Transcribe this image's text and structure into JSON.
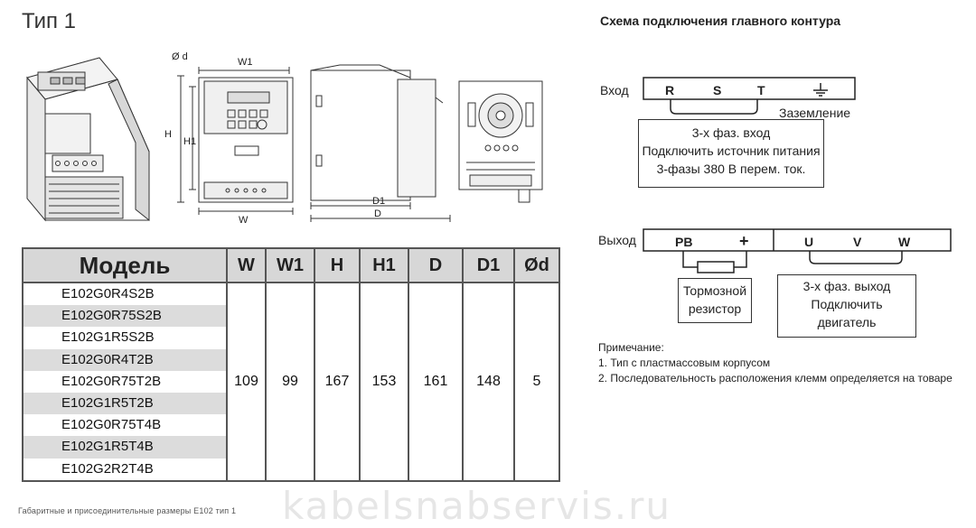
{
  "title": "Тип 1",
  "schema_title": "Схема подключения главного контура",
  "dimensions_labels": {
    "od": "Ø d",
    "w1": "W1",
    "w": "W",
    "h": "H",
    "h1": "H1",
    "d1": "D1",
    "d": "D"
  },
  "input": {
    "label": "Вход",
    "terminals": [
      "R",
      "S",
      "T"
    ],
    "ground_label": "Заземление",
    "description": [
      "3-х фаз. вход",
      "Подключить источник питания",
      "3-фазы 380 В перем. ток."
    ]
  },
  "output": {
    "label": "Выход",
    "terminals": [
      "PB",
      "+",
      "U",
      "V",
      "W"
    ],
    "brake_description": [
      "Тормозной",
      "резистор"
    ],
    "motor_description": [
      "3-х фаз. выход",
      "Подключить",
      "двигатель"
    ]
  },
  "notes": {
    "heading": "Примечание:",
    "items": [
      "1. Тип с пластмассовым корпусом",
      "2. Последовательность расположения клемм определяется на товаре"
    ]
  },
  "table": {
    "headers": [
      "Модель",
      "W",
      "W1",
      "H",
      "H1",
      "D",
      "D1",
      "Ød"
    ],
    "models": [
      "E102G0R4S2B",
      "E102G0R75S2B",
      "E102G1R5S2B",
      "E102G0R4T2B",
      "E102G0R75T2B",
      "E102G1R5T2B",
      "E102G0R75T4B",
      "E102G1R5T4B",
      "E102G2R2T4B"
    ],
    "values": [
      "109",
      "99",
      "167",
      "153",
      "161",
      "148",
      "5"
    ]
  },
  "caption": "Габаритные и присоединительные размеры E102 тип 1",
  "watermark": "kabelsnabservis.ru"
}
